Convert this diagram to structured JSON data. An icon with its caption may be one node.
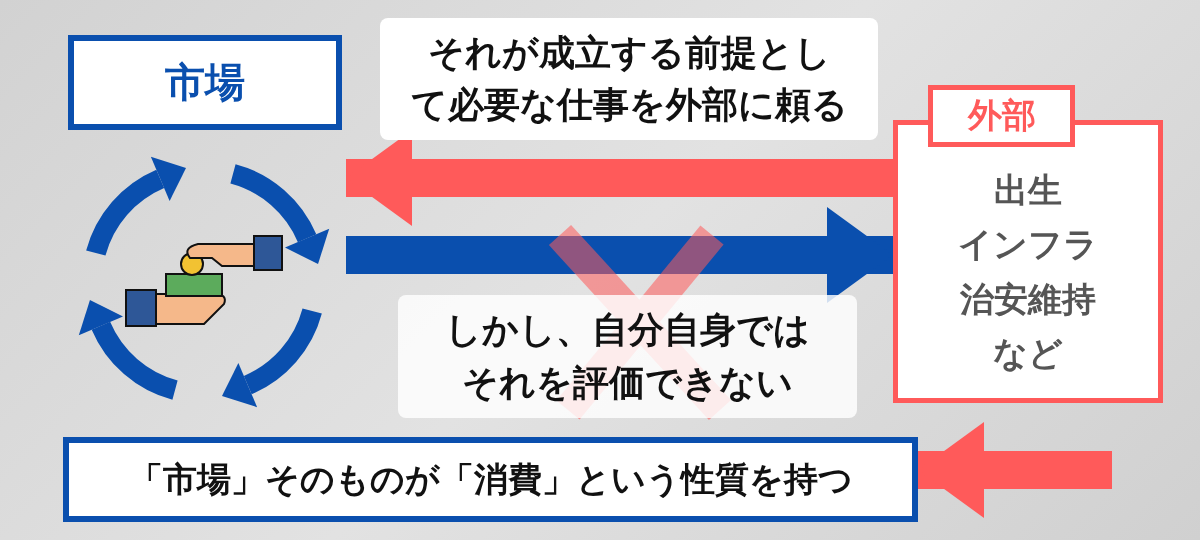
{
  "diagram": {
    "nodes": [
      {
        "text": [
          "市場"
        ]
      },
      {
        "text": [],
        "shape": "picture"
      },
      {
        "text": [
          "外部",
          "出生",
          "インフラ",
          "治安維持",
          "など"
        ]
      },
      {
        "text": [
          "「市場」そのものが「消費」という性質を持つ"
        ]
      }
    ],
    "edges": [
      {
        "from": 2,
        "to": 1,
        "arrow": "to"
      },
      {
        "from": 1,
        "to": 2,
        "arrow": "to",
        "color": "#0a4fae"
      },
      {
        "from": null,
        "to": 3,
        "arrow": "to"
      }
    ],
    "labels": [
      "それが成立する前提として必要な仕事を外部に頼る",
      "しかし、自分自身ではそれを評価できない"
    ]
  }
}
